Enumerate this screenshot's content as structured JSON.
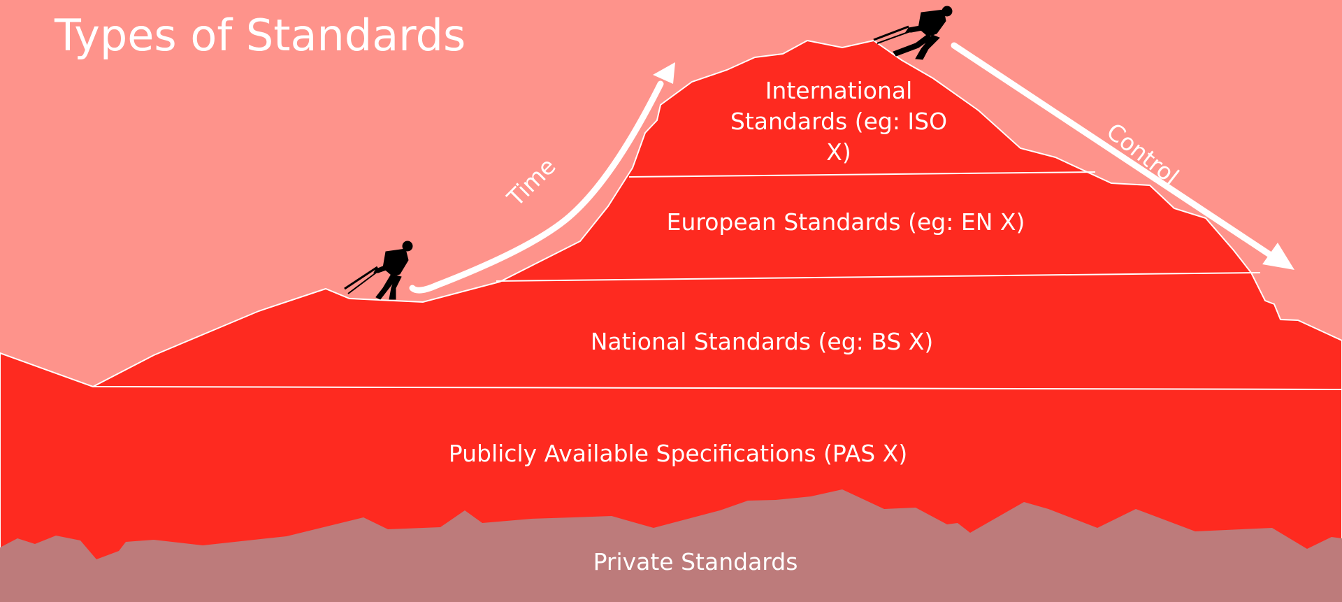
{
  "title": "Types of Standards",
  "levels": {
    "international": "International Standards (eg: ISO X)",
    "european": "European Standards (eg: EN X)",
    "national": "National Standards (eg: BS X)",
    "pas": "Publicly Available Specifications (PAS X)",
    "private": "Private Standards"
  },
  "arrows": {
    "time": "Time",
    "control": "Control"
  },
  "colors": {
    "sky": "#fe938b",
    "mountain": "#fe2a20",
    "private": "#bd7b7b",
    "text": "#ffffff"
  },
  "icons": [
    "climber-icon",
    "climber-icon"
  ]
}
